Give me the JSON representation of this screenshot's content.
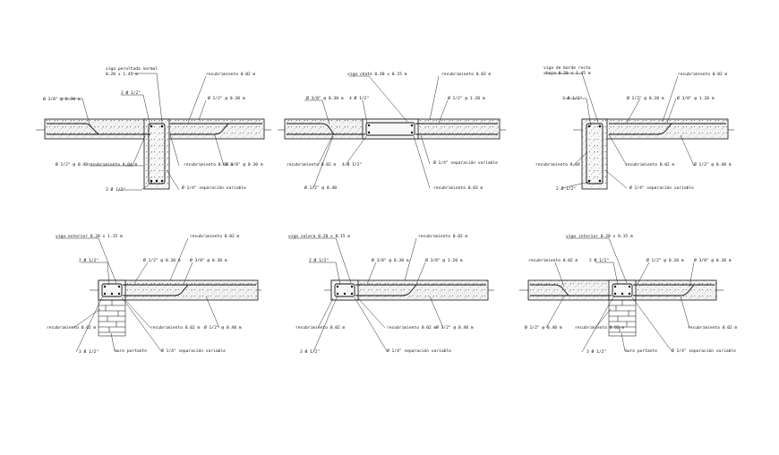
{
  "details": [
    {
      "id": "d1",
      "labels": [
        "viga peraltada normal",
        "0.20 x 1.45 m",
        "recubrimiento 0.02 m",
        "Ø 3/8\" @ 0.30 m",
        "2 Ø 1/2\"",
        "Ø 1/2\" @ 0.30 m",
        "Ø 1/2\" @ 0.40",
        "recubrimiento 0.04 m",
        "recubrimiento 0.02 m",
        "Ø 3/8\" @ 0.30 m",
        "3 Ø 1/2\"",
        "Ø 1/4\" separación variable"
      ]
    },
    {
      "id": "d2",
      "labels": [
        "viga chata 0.40 x 0.15 m",
        "recubrimiento 0.03 m",
        "Ø 3/8\" @ 0.30 m",
        "4 Ø 1/2\"",
        "Ø 1/2\" @ 1.20 m",
        "recubrimiento 0.02 m",
        "4 Ø 1/2\"",
        "Ø 1/4\" separación variable",
        "Ø 1/2\" @ 0.40",
        "recubrimiento 0.03 m"
      ]
    },
    {
      "id": "d3",
      "labels": [
        "viga de borde recta",
        "abajo 0.20 x 1.45 m",
        "recubrimiento 0.02 m",
        "2 Ø 1/2\"",
        "Ø 1/2\" @ 0.20 m",
        "Ø 3/8\" @ 1.20 m",
        "recubrimiento 0.04",
        "recubrimiento 0.02 m",
        "Ø 1/2\" @ 0.40 m",
        "2 Ø 1/2\"",
        "Ø 1/4\" separación variable"
      ]
    },
    {
      "id": "d4",
      "labels": [
        "viga exterior 0.20 x 1.15 m",
        "recubrimiento 0.02 m",
        "2 Ø 1/2\"",
        "Ø 1/2\" @ 0.30 m",
        "Ø 3/8\" @ 0.30 m",
        "recubrimiento 0.02 m",
        "recubrimiento 0.02 m",
        "Ø 1/2\" @ 0.40 m",
        "3 Ø 1/2\"",
        "muro portante",
        "Ø 1/4\" separación variable"
      ]
    },
    {
      "id": "d5",
      "labels": [
        "viga solera 0.20 x 0.15 m",
        "recubrimiento 0.02 m",
        "2 Ø 1/2\"",
        "Ø 3/8\" @ 0.30 m",
        "Ø 3/8\" @ 1.20 m",
        "recubrimiento 0.02 m",
        "recubrimiento 0.02 m",
        "Ø 1/2\" @ 0.40 m",
        "3 Ø 1/2\"",
        "Ø 1/4\" separación variable"
      ]
    },
    {
      "id": "d6",
      "labels": [
        "viga interior 0.20 x 0.15 m",
        "recubrimiento 0.02 m",
        "2 Ø 1/2\"",
        "Ø 1/2\" @ 0.20 m",
        "Ø 3/8\" @ 0.30 m",
        "Ø 1/2\" @ 0.40 m",
        "recubrimiento 0.02 m",
        "recubrimiento 0.02 m",
        "3 Ø 1/2\"",
        "muro portante",
        "Ø 1/4\" separación variable"
      ]
    }
  ]
}
